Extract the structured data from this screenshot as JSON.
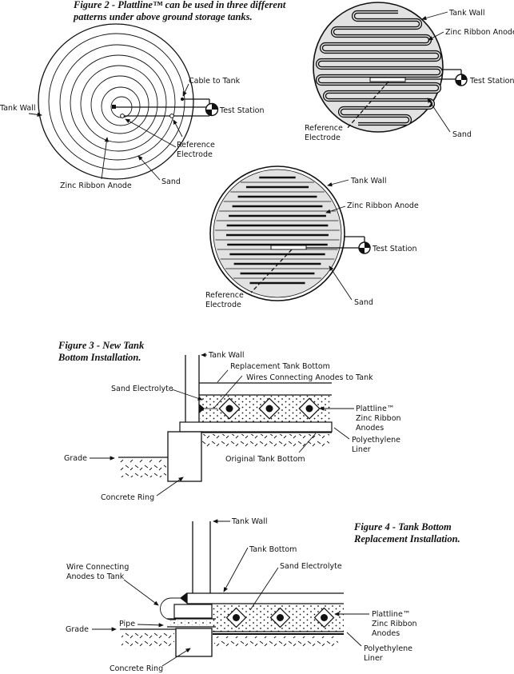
{
  "figure2": {
    "caption_line1": "Figure 2 - Plattline™ can be used in three different",
    "caption_line2": "patterns under above ground storage tanks.",
    "pattern1": {
      "tank_wall": "Tank Wall",
      "cable_to_tank": "Cable to Tank",
      "test_station": "Test Station",
      "reference_line1": "Reference",
      "reference_line2": "Electrode",
      "sand": "Sand",
      "zinc_ribbon_anode": "Zinc Ribbon Anode"
    },
    "pattern2": {
      "tank_wall": "Tank Wall",
      "zinc_ribbon_anode": "Zinc Ribbon Anode",
      "test_station": "Test Station",
      "reference_line1": "Reference",
      "reference_line2": "Electrode",
      "sand": "Sand"
    },
    "pattern3": {
      "tank_wall": "Tank Wall",
      "zinc_ribbon_anode": "Zinc Ribbon Anode",
      "test_station": "Test Station",
      "reference_line1": "Reference",
      "reference_line2": "Electrode",
      "sand": "Sand"
    }
  },
  "figure3": {
    "caption_line1": "Figure 3 - New Tank",
    "caption_line2": "Bottom Installation.",
    "tank_wall": "Tank Wall",
    "replacement_tank_bottom": "Replacement Tank Bottom",
    "wires_connecting": "Wires Connecting Anodes to Tank",
    "sand_electrolyte": "Sand Electrolyte",
    "anodes_line1": "Plattline™",
    "anodes_line2": "Zinc Ribbon",
    "anodes_line3": "Anodes",
    "liner_line1": "Polyethylene",
    "liner_line2": "Liner",
    "grade": "Grade",
    "original_tank_bottom": "Original Tank Bottom",
    "concrete_ring": "Concrete Ring"
  },
  "figure4": {
    "caption_line1": "Figure 4 - Tank Bottom",
    "caption_line2": "Replacement Installation.",
    "tank_wall": "Tank Wall",
    "tank_bottom": "Tank Bottom",
    "wire_line1": "Wire Connecting",
    "wire_line2": "Anodes to Tank",
    "sand_electrolyte": "Sand Electrolyte",
    "anodes_line1": "Plattline™",
    "anodes_line2": "Zinc Ribbon",
    "anodes_line3": "Anodes",
    "liner_line1": "Polyethylene",
    "liner_line2": "Liner",
    "grade": "Grade",
    "pipe": "Pipe",
    "concrete_ring": "Concrete Ring"
  }
}
